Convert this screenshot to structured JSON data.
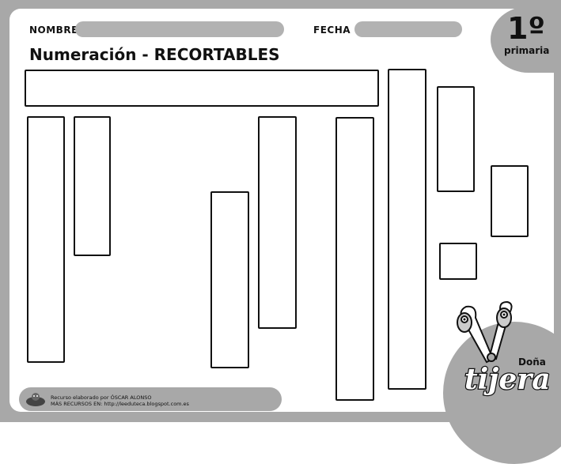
{
  "header": {
    "name_label": "NOMBRE",
    "date_label": "FECHA",
    "title": "Numeración - RECORTABLES",
    "grade_number": "1º",
    "grade_text": "primaria"
  },
  "footer": {
    "line1": "Recurso elaborado por ÓSCAR ALONSO",
    "line2": "MÁS RECURSOS EN: http://leeduteca.blogspot.com.es"
  },
  "brand": {
    "line1": "Doña",
    "line2": "tijera"
  },
  "colors": {
    "frame": "#a8a8a8",
    "pill": "#b2b2b2",
    "ink": "#111111"
  }
}
